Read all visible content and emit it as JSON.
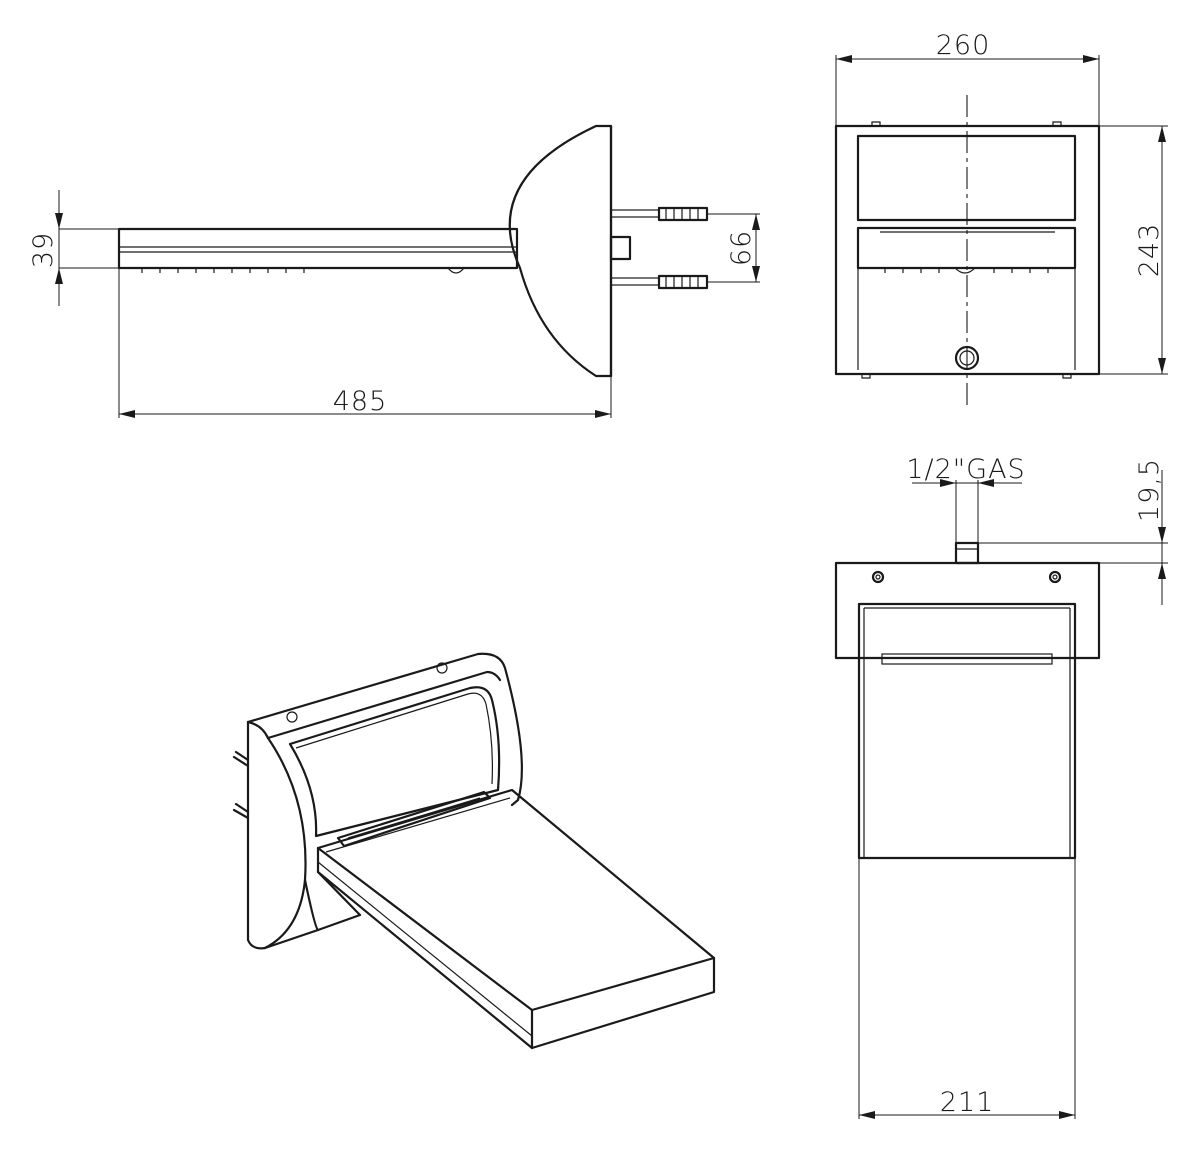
{
  "dimensions": {
    "overall_length": "485",
    "bar_height": "39",
    "fixing_spacing": "66",
    "front_width": "260",
    "front_height": "243",
    "thread": "1/2\"GAS",
    "connection_length": "19,5",
    "spout_width": "211"
  },
  "colors": {
    "line": "#1a1a1a",
    "background": "#ffffff"
  }
}
